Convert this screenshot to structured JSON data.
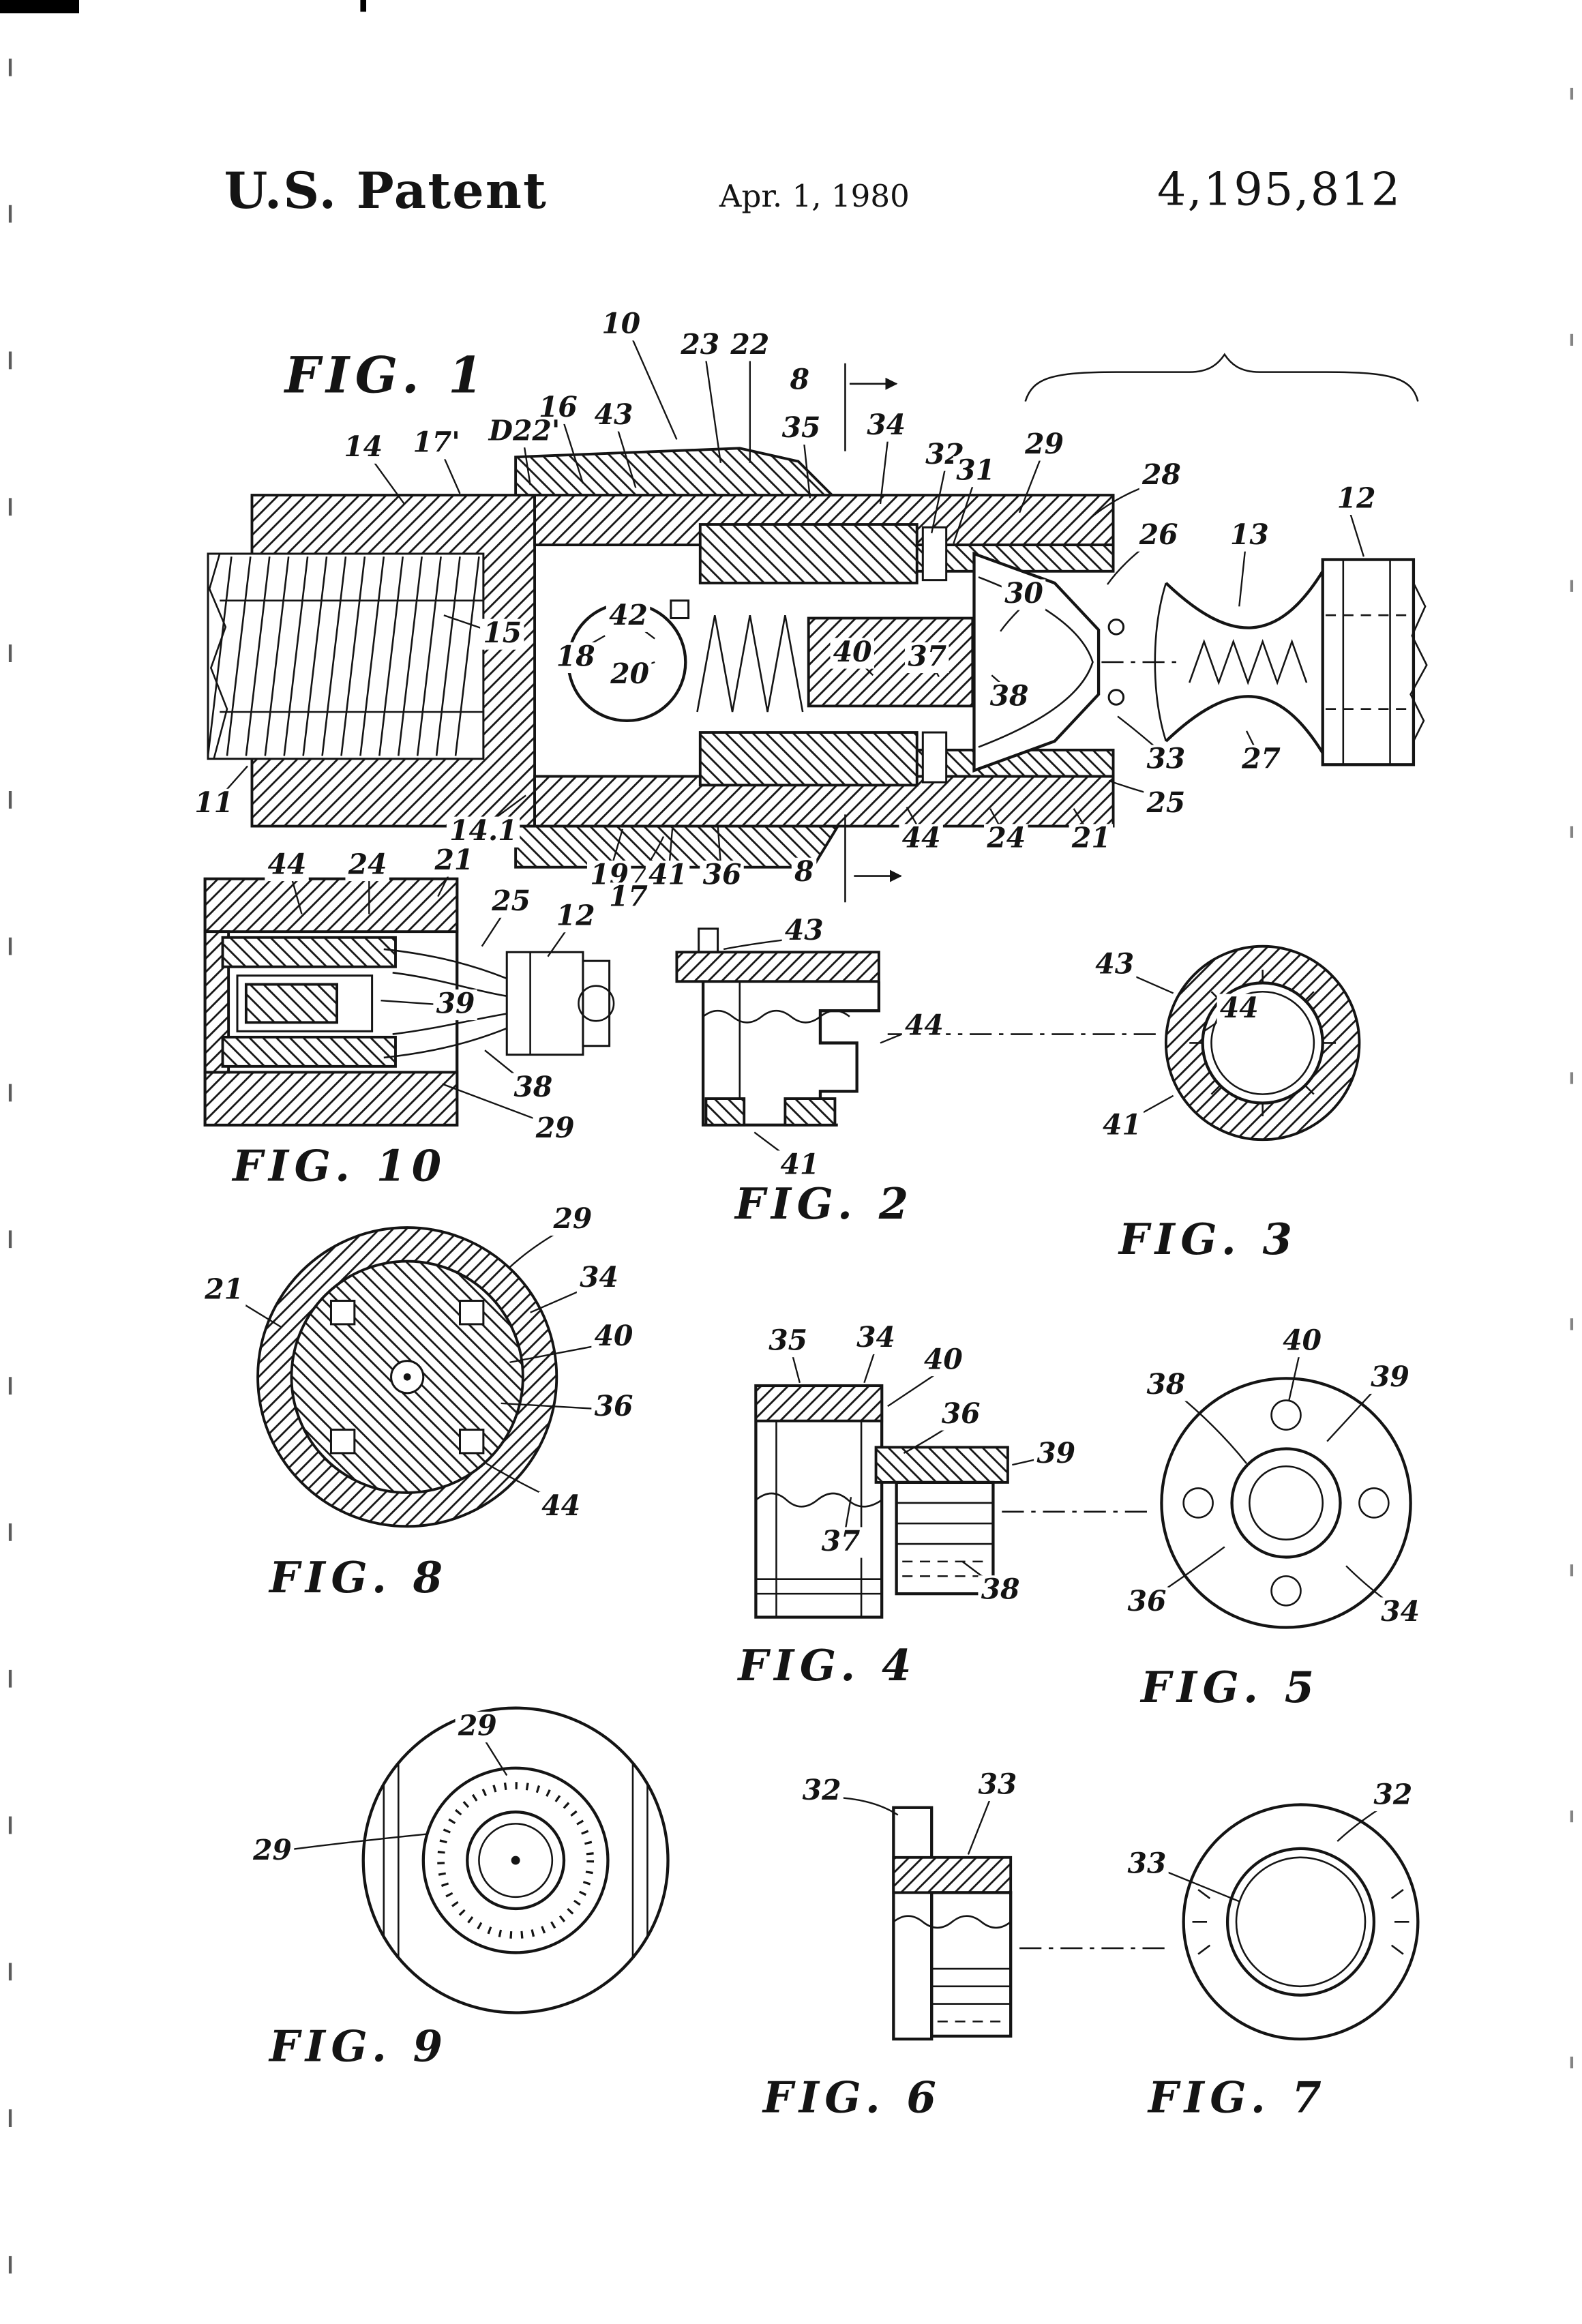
{
  "style": {
    "ink": "#141414",
    "paper": "#ffffff"
  },
  "header": {
    "title": "U.S. Patent",
    "date": "Apr. 1, 1980",
    "patent_number": "4,195,812"
  },
  "figures": {
    "fig1": {
      "label": "FIG. 1",
      "refs": {
        "n10": "10",
        "n23": "23",
        "n22": "22",
        "n16": "16",
        "n43": "43",
        "n35": "35",
        "n34": "34",
        "n32": "32",
        "n31": "31",
        "n29": "29",
        "n28": "28",
        "n26": "26",
        "n13": "13",
        "n12": "12",
        "n14": "14",
        "n17p": "17'",
        "nD22": "D22'",
        "n15": "15",
        "n18": "18",
        "n20": "20",
        "n42": "42",
        "n40": "40",
        "n37": "37",
        "n30": "30",
        "n38": "38",
        "n33": "33",
        "n27": "27",
        "n25": "25",
        "n24": "24",
        "n21": "21",
        "n44": "44",
        "n11": "11",
        "n14_1": "14.1",
        "n19": "19",
        "n41": "41",
        "n36": "36",
        "n17": "17",
        "n8a": "8",
        "n8b": "8"
      }
    },
    "fig10": {
      "label": "FIG. 10",
      "refs": {
        "n44": "44",
        "n24": "24",
        "n21": "21",
        "n25": "25",
        "n12": "12",
        "n39": "39",
        "n38": "38",
        "n29": "29"
      }
    },
    "fig2": {
      "label": "FIG. 2",
      "refs": {
        "n43": "43",
        "n44": "44",
        "n41": "41"
      }
    },
    "fig3": {
      "label": "FIG. 3",
      "refs": {
        "n43": "43",
        "n44": "44",
        "n41": "41"
      }
    },
    "fig8": {
      "label": "FIG. 8",
      "refs": {
        "n29": "29",
        "n34": "34",
        "n40": "40",
        "n36": "36",
        "n44": "44",
        "n21": "21"
      }
    },
    "fig4": {
      "label": "FIG. 4",
      "refs": {
        "n35": "35",
        "n34": "34",
        "n40": "40",
        "n36": "36",
        "n39": "39",
        "n37": "37",
        "n38": "38"
      }
    },
    "fig5": {
      "label": "FIG. 5",
      "refs": {
        "n38": "38",
        "n40": "40",
        "n39": "39",
        "n36": "36",
        "n34": "34"
      }
    },
    "fig9": {
      "label": "FIG. 9",
      "refs": {
        "n29a": "29",
        "n29b": "29"
      }
    },
    "fig6": {
      "label": "FIG. 6",
      "refs": {
        "n32": "32",
        "n33": "33"
      }
    },
    "fig7": {
      "label": "FIG. 7",
      "refs": {
        "n32": "32",
        "n33": "33"
      }
    }
  }
}
